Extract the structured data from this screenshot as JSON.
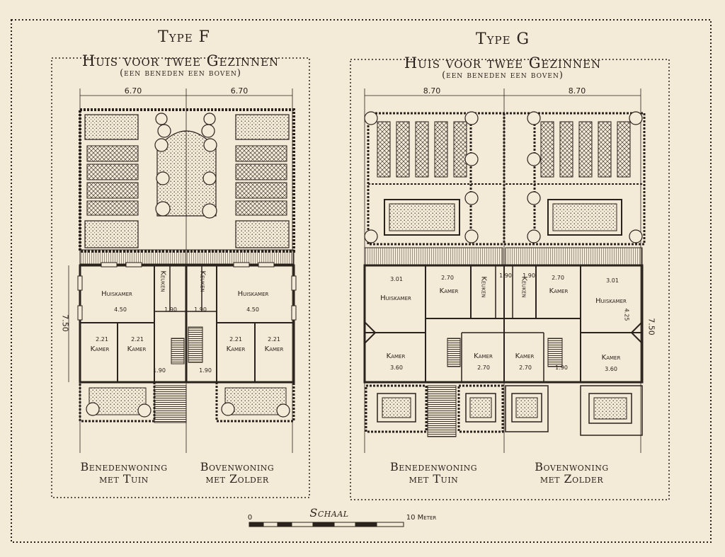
{
  "colors": {
    "paper": "#f4ead8",
    "ink": "#2a221c",
    "ink_light": "#6b6158"
  },
  "left_plan": {
    "type_label": "Type F",
    "title": "Huis voor twee Gezinnen",
    "subtitle": "(een beneden een boven)",
    "width_left": "6.70",
    "width_right": "6.70",
    "depth": "7.50",
    "rooms": {
      "huiskamer_l": "Huiskamer",
      "huiskamer_l_size": "4.50",
      "keuken_l": "Keuken",
      "keuken_r": "Keuken",
      "huiskamer_r": "Huiskamer",
      "huiskamer_r_size": "4.50",
      "kamer1": "Kamer",
      "kamer2": "Kamer",
      "kamer3": "Kamer",
      "kamer4": "Kamer",
      "kamer1_w": "2.21",
      "kamer2_w": "2.21",
      "kamer3_w": "2.21",
      "kamer4_w": "2.21",
      "small_a": "1.90",
      "small_b": "1.90",
      "small_c": "1.90",
      "small_d": "1.90"
    },
    "caption_left_1": "Benedenwoning",
    "caption_left_2": "met Tuin",
    "caption_right_1": "Bovenwoning",
    "caption_right_2": "met Zolder"
  },
  "right_plan": {
    "type_label": "Type G",
    "title": "Huis voor twee Gezinnen",
    "subtitle": "(een beneden een boven)",
    "width_left": "8.70",
    "width_right": "8.70",
    "depth": "7.50",
    "rooms": {
      "huiskamer_l": "Huiskamer",
      "huiskamer_l_size": "3.01",
      "kamer_tl": "Kamer",
      "kamer_tl_size": "2.70",
      "keuken_l": "Keuken",
      "keuken_l_size": "1.90",
      "keuken_r": "Keuken",
      "keuken_r_size": "1.90",
      "kamer_tr": "Kamer",
      "kamer_tr_size": "2.70",
      "huiskamer_r": "Huiskamer",
      "huiskamer_r_size": "3.01",
      "huiskamer_r_depth": "4.25",
      "kamer_bl": "Kamer",
      "kamer_bl_size": "3.60",
      "kamer_b2": "Kamer",
      "kamer_b2_size": "2.70",
      "kamer_b3": "Kamer",
      "kamer_b3_size": "2.70",
      "kamer_b3_extra": "1.90",
      "kamer_br": "Kamer",
      "kamer_br_size": "3.60"
    },
    "caption_left_1": "Benedenwoning",
    "caption_left_2": "met Tuin",
    "caption_right_1": "Bovenwoning",
    "caption_right_2": "met Zolder"
  },
  "scale": {
    "label": "Schaal",
    "start": "0",
    "end": "10 Meter"
  }
}
